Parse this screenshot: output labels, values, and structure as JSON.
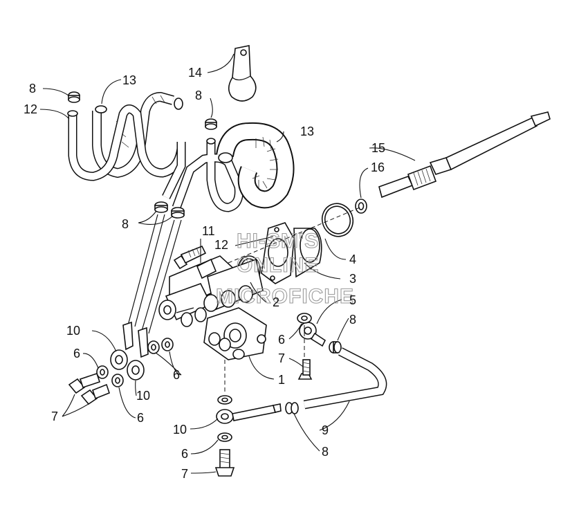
{
  "watermark": {
    "lines": [
      "HI-SM'S",
      "ONLINE",
      "MICROFICHE"
    ]
  },
  "callouts": [
    {
      "id": "label-8-top",
      "text": "8"
    },
    {
      "id": "label-13-top",
      "text": "13"
    },
    {
      "id": "label-12-top",
      "text": "12"
    },
    {
      "id": "label-14",
      "text": "14"
    },
    {
      "id": "label-8-mid",
      "text": "8"
    },
    {
      "id": "label-13-right",
      "text": "13"
    },
    {
      "id": "label-15",
      "text": "15"
    },
    {
      "id": "label-16",
      "text": "16"
    },
    {
      "id": "label-8-left",
      "text": "8"
    },
    {
      "id": "label-11",
      "text": "11"
    },
    {
      "id": "label-12-mid",
      "text": "12"
    },
    {
      "id": "label-4",
      "text": "4"
    },
    {
      "id": "label-3",
      "text": "3"
    },
    {
      "id": "label-2",
      "text": "2"
    },
    {
      "id": "label-5",
      "text": "5"
    },
    {
      "id": "label-8-right",
      "text": "8"
    },
    {
      "id": "label-6-right",
      "text": "6"
    },
    {
      "id": "label-7-right",
      "text": "7"
    },
    {
      "id": "label-10-left",
      "text": "10"
    },
    {
      "id": "label-6-left",
      "text": "6"
    },
    {
      "id": "label-6-center",
      "text": "6"
    },
    {
      "id": "label-10-low",
      "text": "10"
    },
    {
      "id": "label-1",
      "text": "1"
    },
    {
      "id": "label-7-left",
      "text": "7"
    },
    {
      "id": "label-6-low",
      "text": "6"
    },
    {
      "id": "label-10-bottom",
      "text": "10"
    },
    {
      "id": "label-9",
      "text": "9"
    },
    {
      "id": "label-6-bottom",
      "text": "6"
    },
    {
      "id": "label-8-bottom",
      "text": "8"
    },
    {
      "id": "label-7-bottom",
      "text": "7"
    }
  ]
}
